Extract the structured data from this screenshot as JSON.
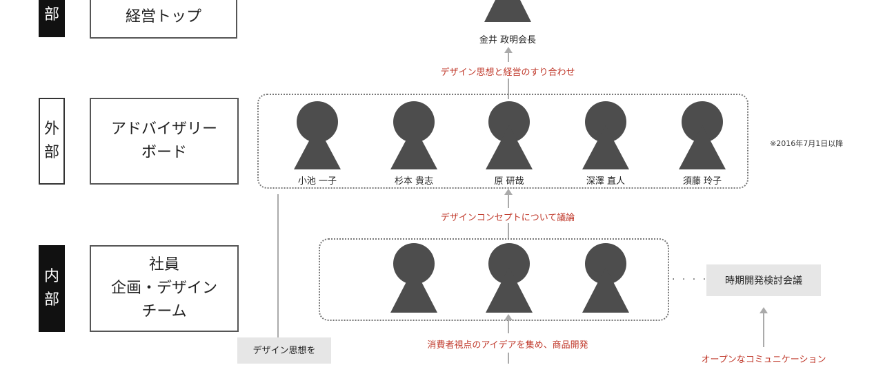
{
  "rows": {
    "top": {
      "tag": "部",
      "box": "経営トップ"
    },
    "advisory": {
      "tag": "外\n部",
      "box": "アドバイザリー\nボード"
    },
    "internal": {
      "tag": "内\n部",
      "box": "社員\n企画・デザイン\nチーム"
    }
  },
  "chairman": "金井 政明会長",
  "advisors": [
    "小池 一子",
    "杉本 貴志",
    "原 研哉",
    "深澤 直人",
    "須藤 玲子"
  ],
  "labels": {
    "link1": "デザイン思想と経営のすり合わせ",
    "link2": "デザインコンセプトについて議論",
    "link3": "消費者視点のアイデアを集め、商品開発",
    "open_comm": "オープンなコミュニケーション",
    "design_thought": "デザイン思想を"
  },
  "meeting": "時期開発検討会議",
  "note": "※2016年7月1日以降",
  "colors": {
    "figure": "#4d4d4d",
    "accent_text": "#c0392b",
    "connector": "#aaaaaa"
  }
}
